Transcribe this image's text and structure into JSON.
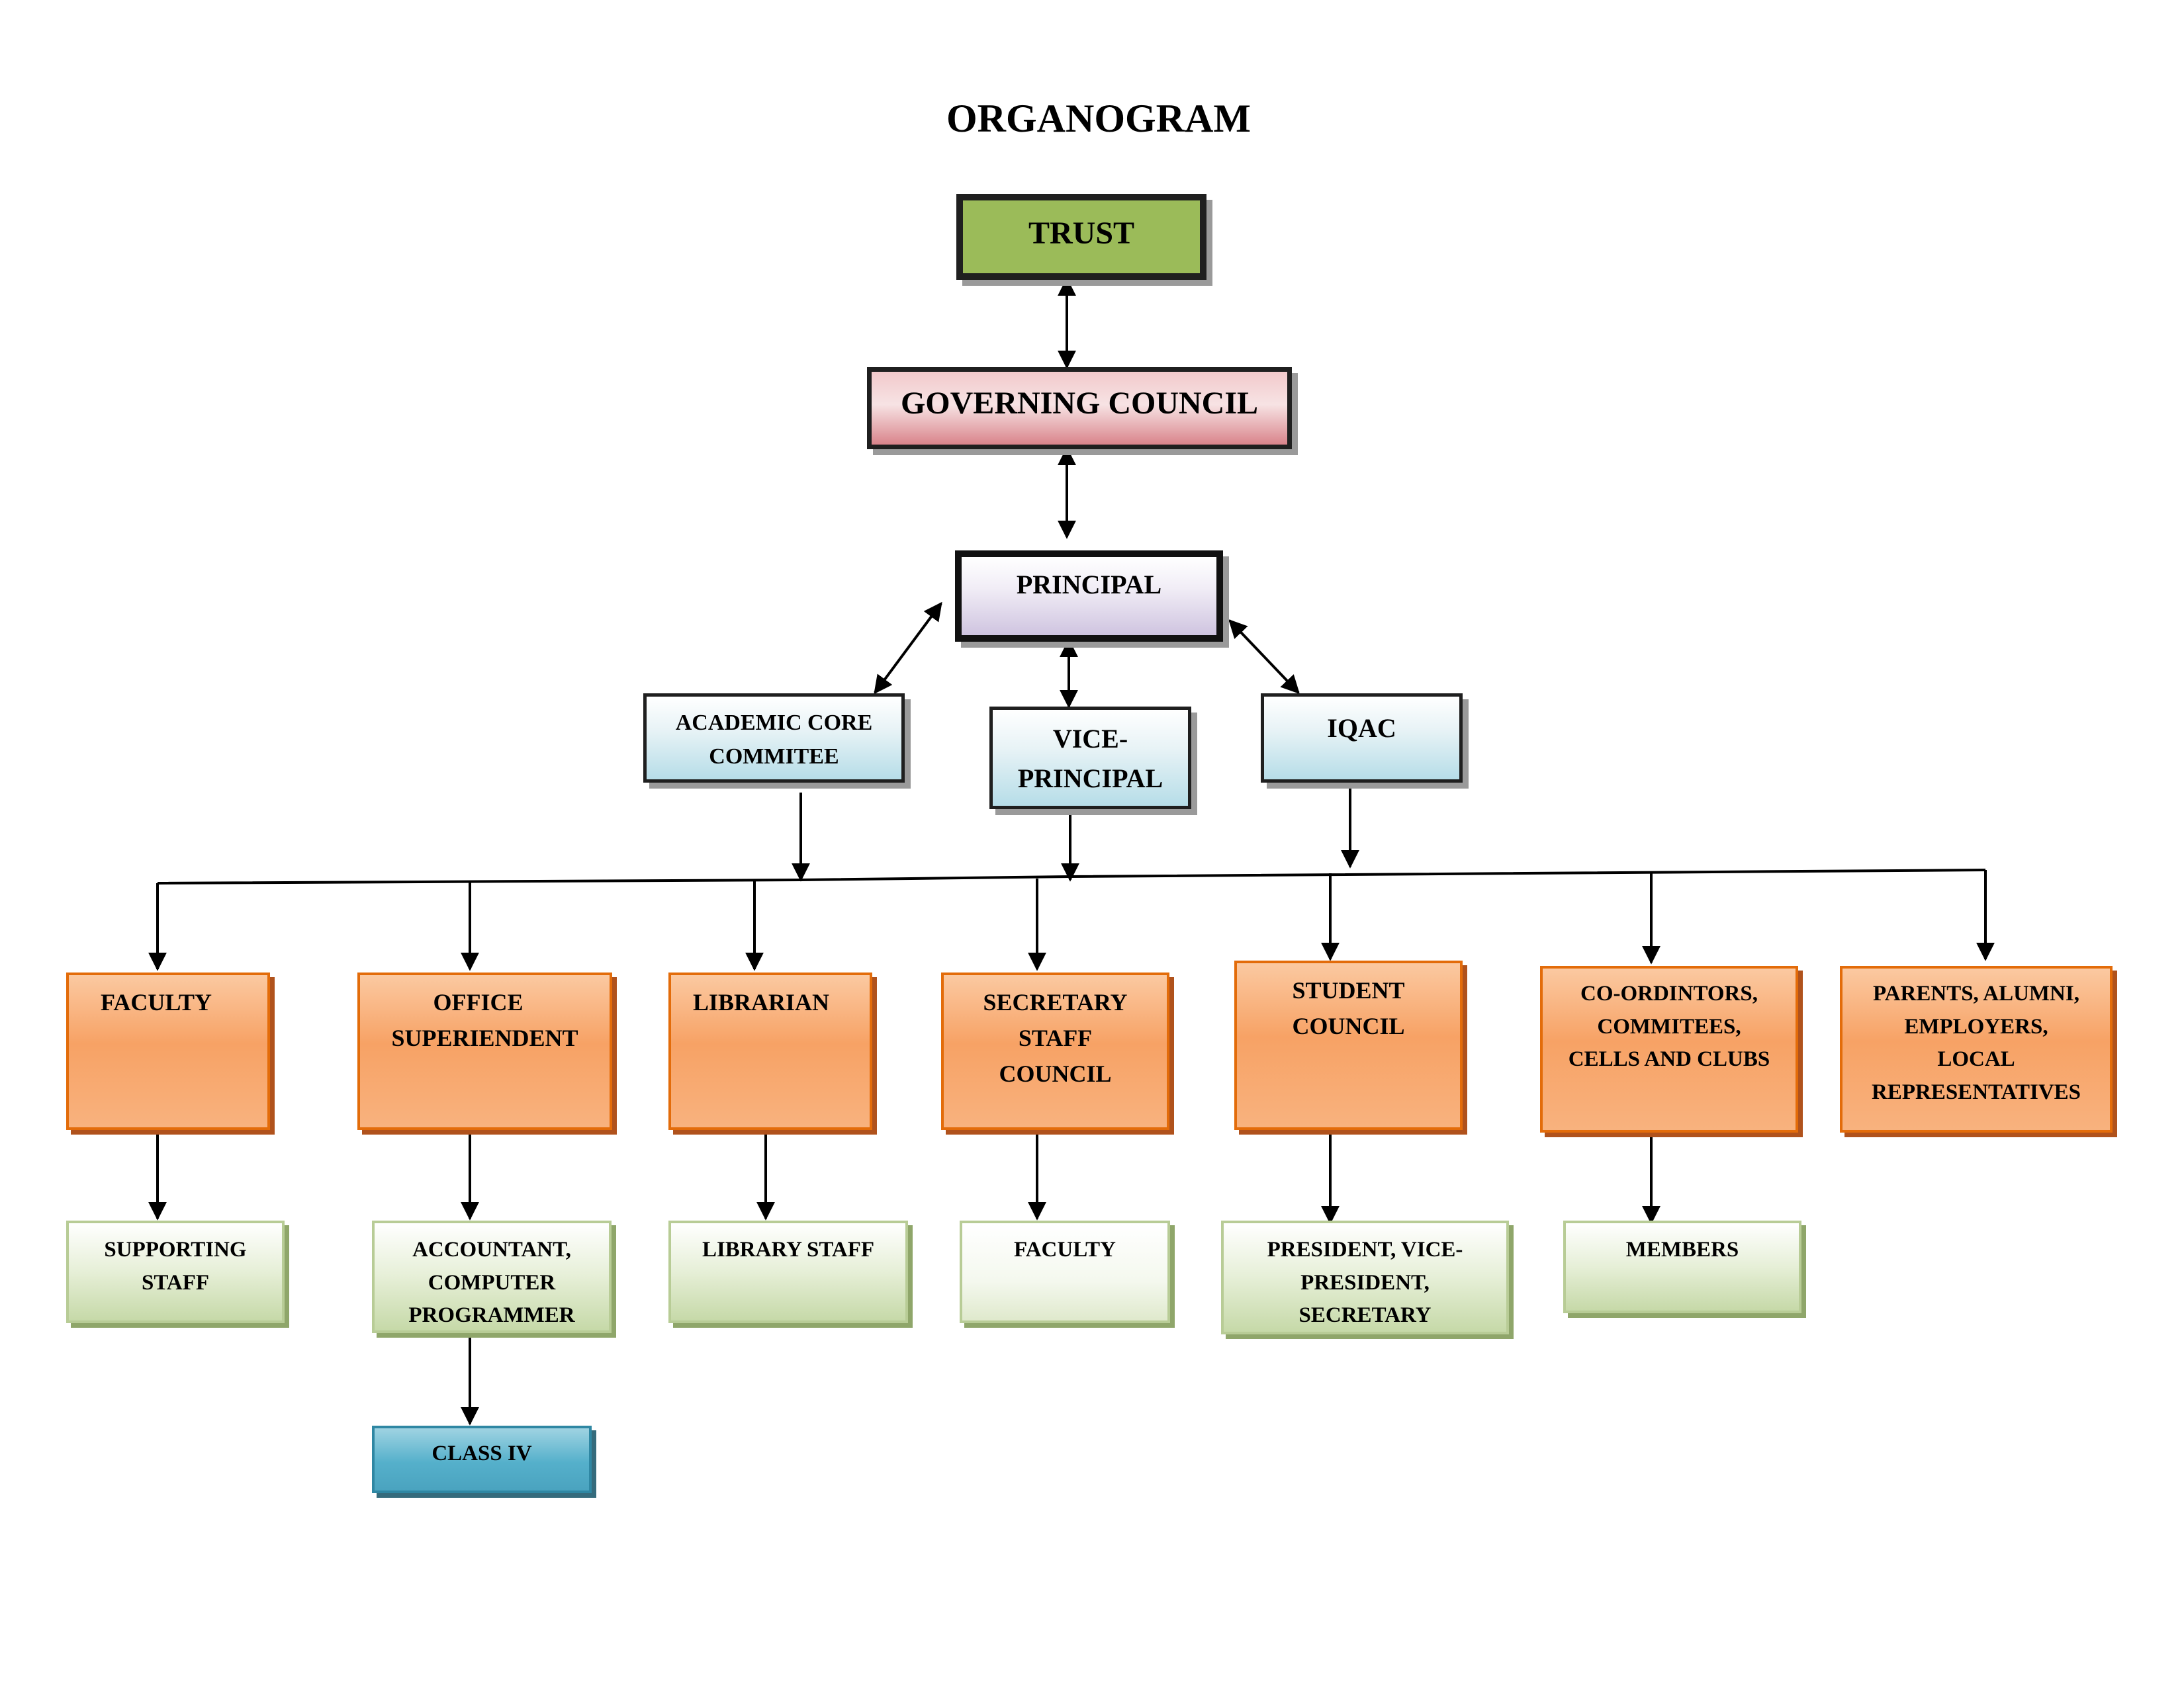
{
  "title": "ORGANOGRAM",
  "nodes": {
    "trust": "TRUST",
    "governing_council": "GOVERNING COUNCIL",
    "principal": "PRINCIPAL",
    "academic_core": [
      "ACADEMIC CORE",
      "COMMITEE"
    ],
    "vice_principal": [
      "VICE-",
      "PRINCIPAL"
    ],
    "iqac": "IQAC",
    "faculty": "FACULTY",
    "office_superiendent": [
      "OFFICE",
      "SUPERIENDENT"
    ],
    "librarian": "LIBRARIAN",
    "secretary_staff_council": [
      "SECRETARY",
      "STAFF",
      "COUNCIL"
    ],
    "student_council": [
      "STUDENT",
      "COUNCIL"
    ],
    "coordinators": [
      "CO-ORDINTORS,",
      "COMMITEES,",
      "CELLS AND CLUBS"
    ],
    "parents": [
      "PARENTS, ALUMNI,",
      "EMPLOYERS,",
      "LOCAL",
      "REPRESENTATIVES"
    ],
    "supporting_staff": [
      "SUPPORTING",
      "STAFF"
    ],
    "accountant": [
      "ACCOUNTANT,",
      "COMPUTER",
      "PROGRAMMER"
    ],
    "library_staff": "LIBRARY STAFF",
    "faculty_sub": "FACULTY",
    "president": [
      "PRESIDENT, VICE-",
      "PRESIDENT,",
      "SECRETARY"
    ],
    "members": "MEMBERS",
    "class_iv": "CLASS IV"
  },
  "colors": {
    "trust": "#9bbb59",
    "governing_council": "#e6b9b8",
    "principal": "#e5dfec",
    "committees": "#daeef3",
    "departments": "#f79646",
    "sub_units": "#d7e4bd",
    "class_iv": "#4bacc6"
  }
}
